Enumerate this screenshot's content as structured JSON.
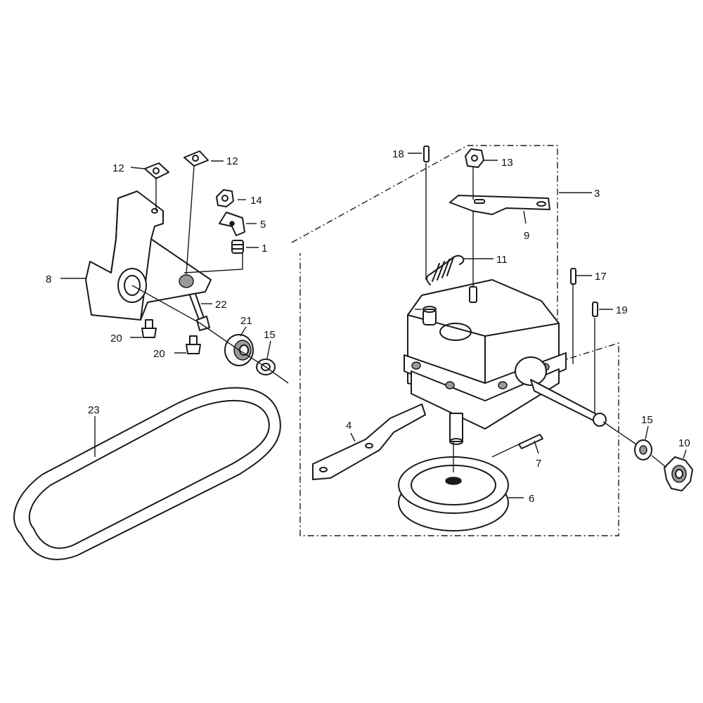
{
  "callouts": {
    "p1": "1",
    "p3": "3",
    "p4": "4",
    "p5": "5",
    "p6": "6",
    "p7": "7",
    "p8": "8",
    "p9": "9",
    "p10": "10",
    "p11": "11",
    "p12a": "12",
    "p12b": "12",
    "p13": "13",
    "p14": "14",
    "p15a": "15",
    "p15b": "15",
    "p17": "17",
    "p18": "18",
    "p19": "19",
    "p20a": "20",
    "p20b": "20",
    "p21": "21",
    "p22": "22",
    "p23": "23"
  }
}
